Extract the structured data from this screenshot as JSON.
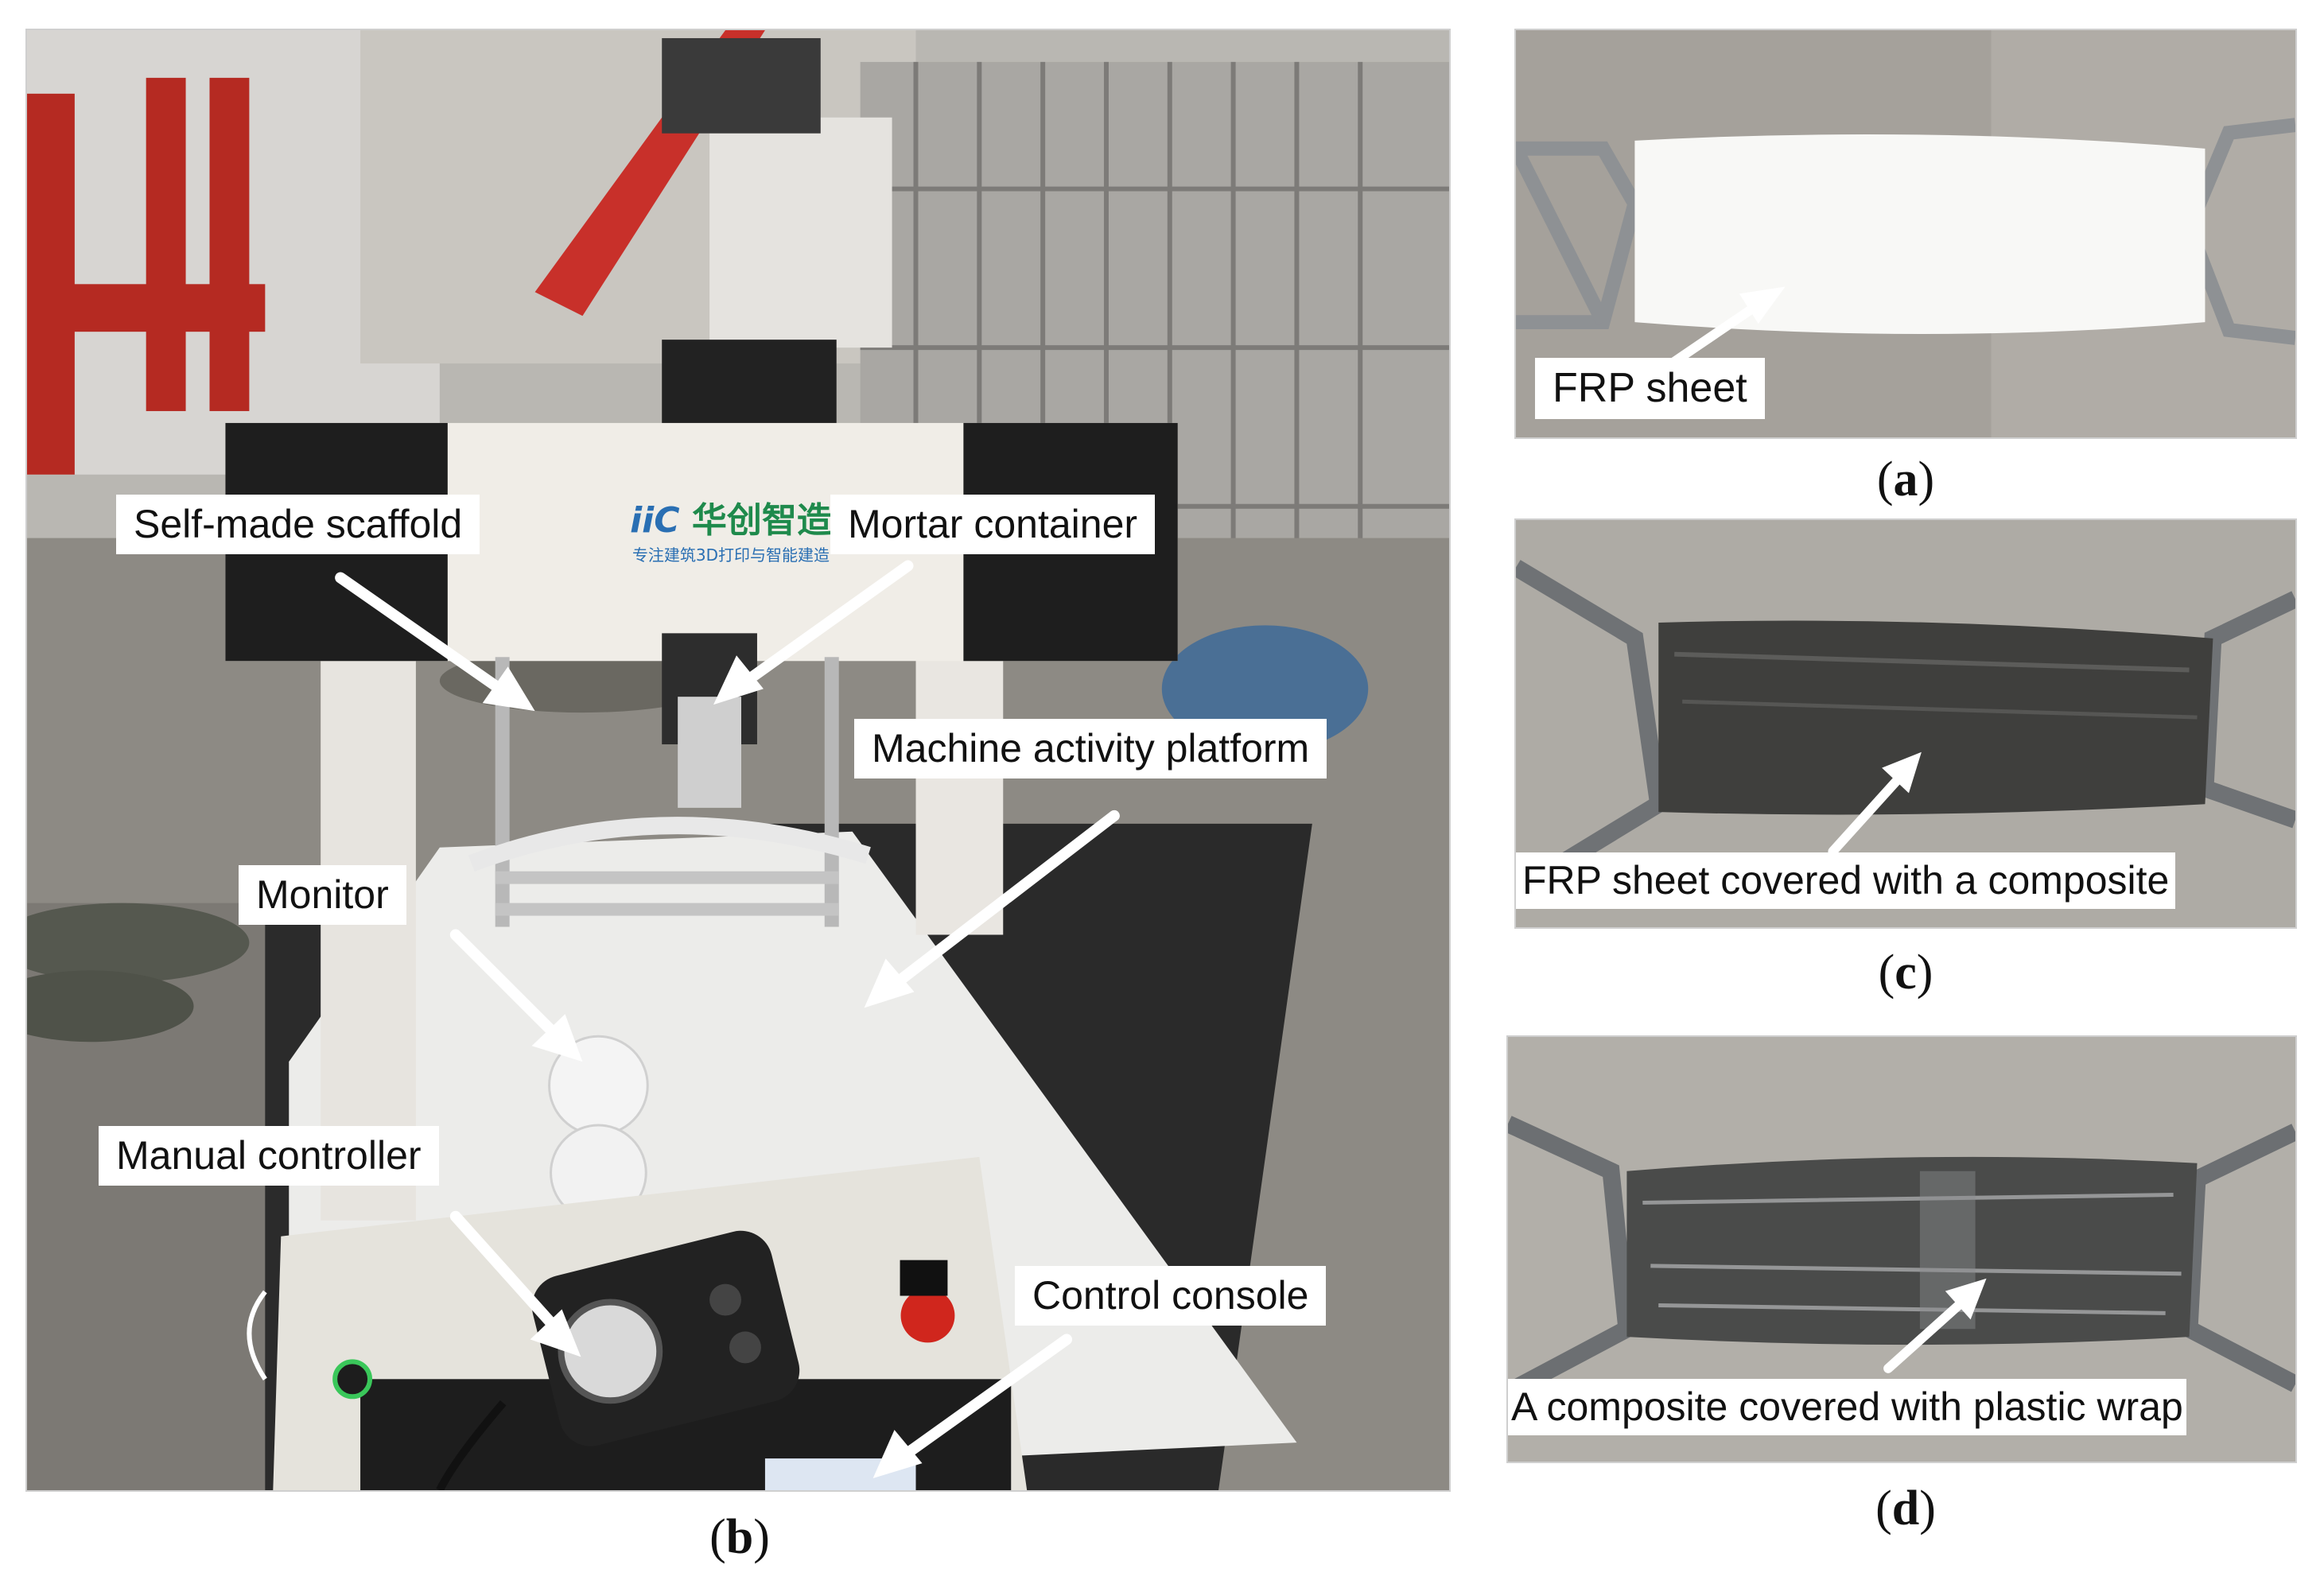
{
  "panels": {
    "b": {
      "caption_open": "(",
      "caption_letter": "b",
      "caption_close": ")",
      "labels": {
        "scaffold": "Self-made scaffold",
        "mortar": "Mortar container",
        "platform": "Machine activity platform",
        "monitor": "Monitor",
        "manual": "Manual controller",
        "console": "Control console"
      },
      "logo_text": "华创智造",
      "logo_mark": "iiC",
      "logo_sub": "专注建筑3D打印与智能建造"
    },
    "a": {
      "caption_open": "(",
      "caption_letter": "a",
      "caption_close": ")",
      "label": "FRP sheet"
    },
    "c": {
      "caption_open": "(",
      "caption_letter": "c",
      "caption_close": ")",
      "label": "FRP sheet covered with a composite"
    },
    "d": {
      "caption_open": "(",
      "caption_letter": "d",
      "caption_close": ")",
      "label": "A composite covered with plastic wrap"
    }
  }
}
